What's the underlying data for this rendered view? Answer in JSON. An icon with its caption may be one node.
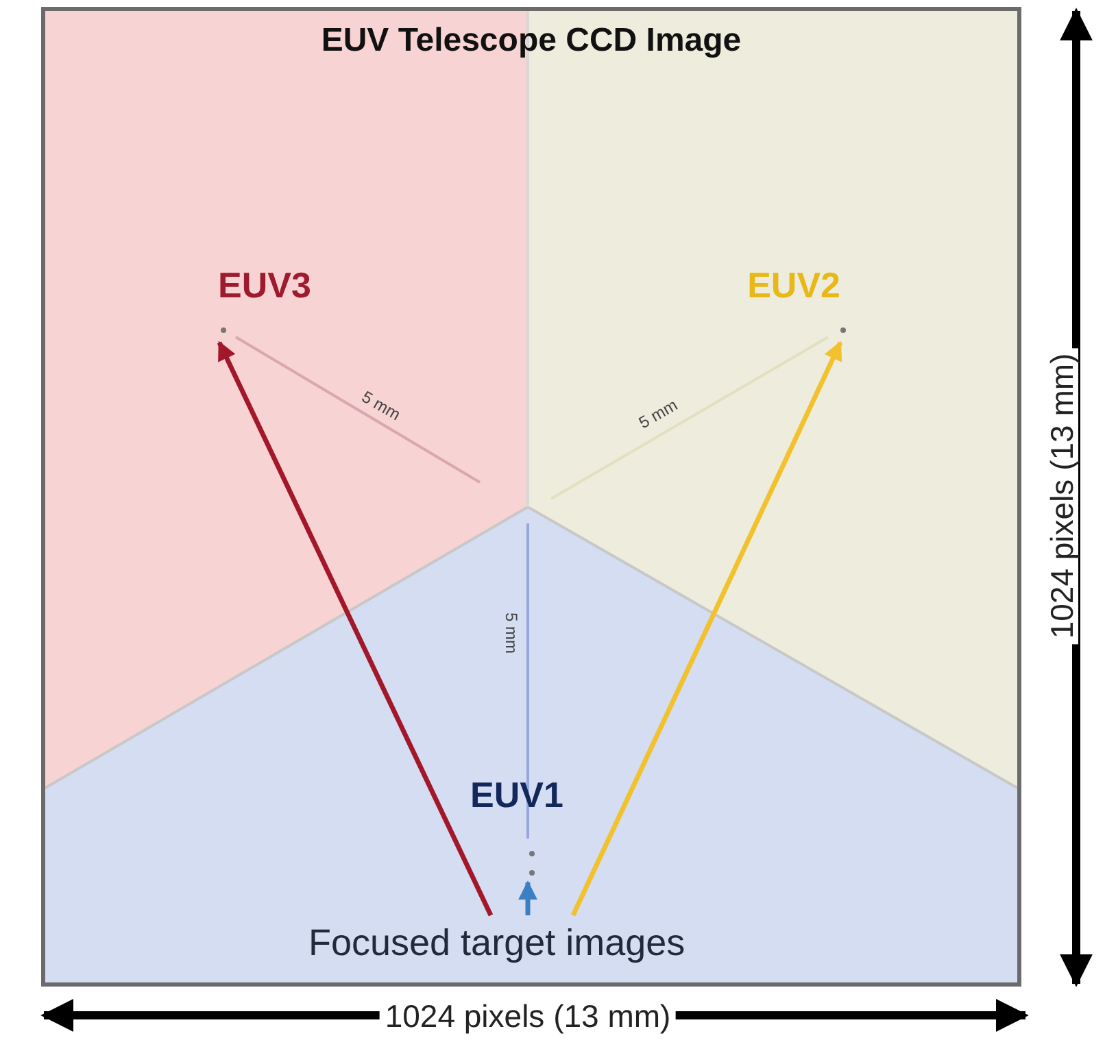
{
  "diagram": {
    "nodes": [
      {
        "text": [
          "EUV Telescope CCD Image"
        ]
      },
      {
        "text": [
          "EUV3"
        ],
        "in": 0
      },
      {
        "text": [
          "EUV2"
        ],
        "in": 0
      },
      {
        "text": [
          "EUV1"
        ],
        "in": 0
      },
      {
        "text": [
          "Focused target images"
        ],
        "in": 0
      }
    ],
    "edges": [
      {
        "from": 4,
        "to": 1,
        "arrow": "to",
        "color": "#a3172b"
      },
      {
        "from": 4,
        "to": 2,
        "arrow": "to",
        "color": "#f2c12e"
      },
      {
        "from": 4,
        "to": 3,
        "arrow": "to",
        "color": "#3b7fc4"
      }
    ],
    "labels": [
      "5 mm",
      "5 mm",
      "5 mm",
      "1024 pixels (13 mm)",
      "1024 pixels (13 mm)"
    ]
  }
}
